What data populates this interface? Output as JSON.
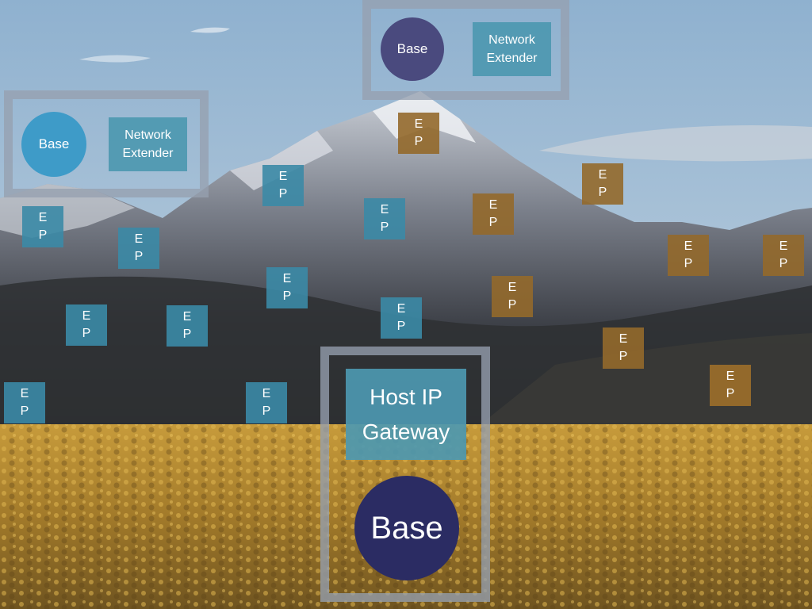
{
  "colors": {
    "base_large": "#2b2c63",
    "base_top": "#4a4a7e",
    "base_left": "#3e9bc8",
    "extender": "#4d98b0",
    "ep_blue": "#3b8aa6",
    "ep_gold": "#94692b",
    "frame": "#a0a8b4"
  },
  "host_gateway": {
    "gateway_label": "Host IP\nGateway",
    "base_label": "Base"
  },
  "extender_top": {
    "base_label": "Base",
    "extender_label": "Network\nExtender"
  },
  "extender_left": {
    "base_label": "Base",
    "extender_label": "Network\nExtender"
  },
  "endpoint_label": [
    "E",
    "P"
  ],
  "endpoints": [
    {
      "group": "left"
    },
    {
      "group": "left"
    },
    {
      "group": "left"
    },
    {
      "group": "left"
    },
    {
      "group": "left"
    },
    {
      "group": "left"
    },
    {
      "group": "left"
    },
    {
      "group": "left"
    },
    {
      "group": "left"
    },
    {
      "group": "left"
    },
    {
      "group": "top"
    },
    {
      "group": "top"
    },
    {
      "group": "top"
    },
    {
      "group": "top"
    },
    {
      "group": "top"
    },
    {
      "group": "top"
    },
    {
      "group": "top"
    },
    {
      "group": "top"
    },
    {
      "group": "top"
    }
  ]
}
